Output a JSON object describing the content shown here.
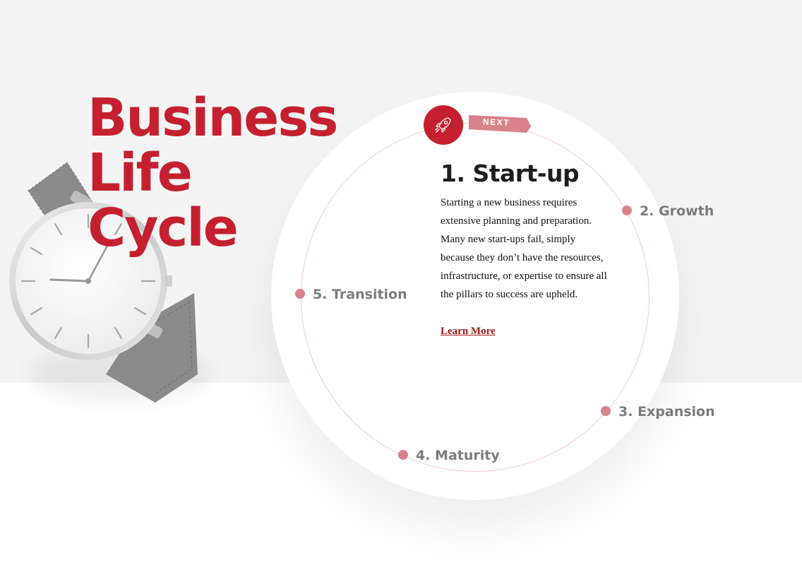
{
  "title": {
    "line1": "Business",
    "line2": "Life",
    "line3": "Cycle"
  },
  "badge": {
    "icon": "rocket-icon",
    "next_label": "NEXT"
  },
  "current_stage": {
    "title": "1. Start-up",
    "description": "Starting a new business requires extensive planning and preparation. Many new start-ups fail, simply because they don’t have the resources, infrastructure, or expertise to ensure all the pillars to success are upheld.",
    "link": "Learn More"
  },
  "stages": {
    "growth": "2. Growth",
    "expansion": "3. Expansion",
    "maturity": "4. Maturity",
    "transition": "5. Transition"
  },
  "colors": {
    "accent": "#c5202f",
    "dot": "#d9828a",
    "tag": "#d9828a",
    "link": "#a01818"
  }
}
